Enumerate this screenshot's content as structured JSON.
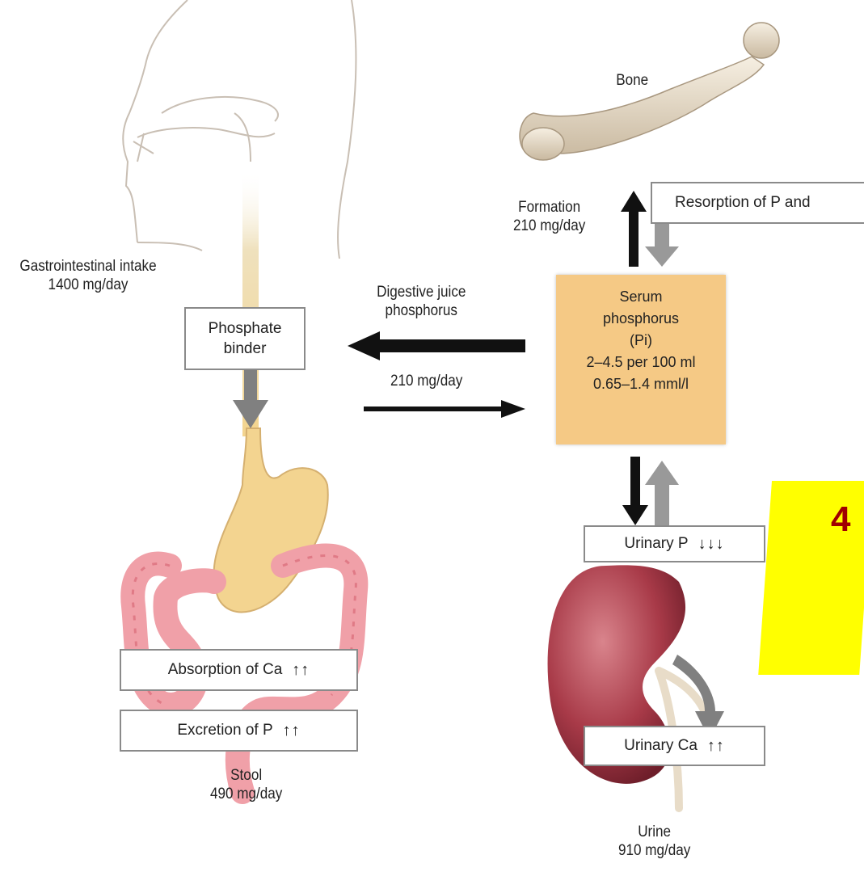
{
  "labels": {
    "bone": "Bone",
    "resorption": "Resorption of P and",
    "formation": [
      "Formation",
      "210 mg/day"
    ],
    "intake": [
      "Gastrointestinal intake",
      "1400 mg/day"
    ],
    "digestive": [
      "Digestive juice",
      "phosphorus"
    ],
    "intake_return": "210 mg/day",
    "phosphate_binder": [
      "Phosphate",
      "binder"
    ],
    "serum": [
      "Serum",
      "phosphorus",
      "(Pi)",
      "2–4.5 per 100 ml",
      "0.65–1.4 mml/l"
    ],
    "urinary_p": "Urinary P",
    "urinary_p_arrows": "↓↓↓",
    "absorption_ca": "Absorption of Ca",
    "absorption_ca_arrows": "↑↑",
    "excretion_p": "Excretion of P",
    "excretion_p_arrows": "↑↑",
    "stool": [
      "Stool",
      "490 mg/day"
    ],
    "urinary_ca": "Urinary Ca",
    "urinary_ca_arrows": "↑↑",
    "urine": [
      "Urine",
      "910 mg/day"
    ],
    "slide_number": "4"
  },
  "colors": {
    "serum_box": "#f5c985",
    "highlight": "#ffff00",
    "slide_number": "#a00000",
    "intestine": "#f0a0a8",
    "kidney": "#a83a48",
    "bone": "#e8dcc8"
  }
}
